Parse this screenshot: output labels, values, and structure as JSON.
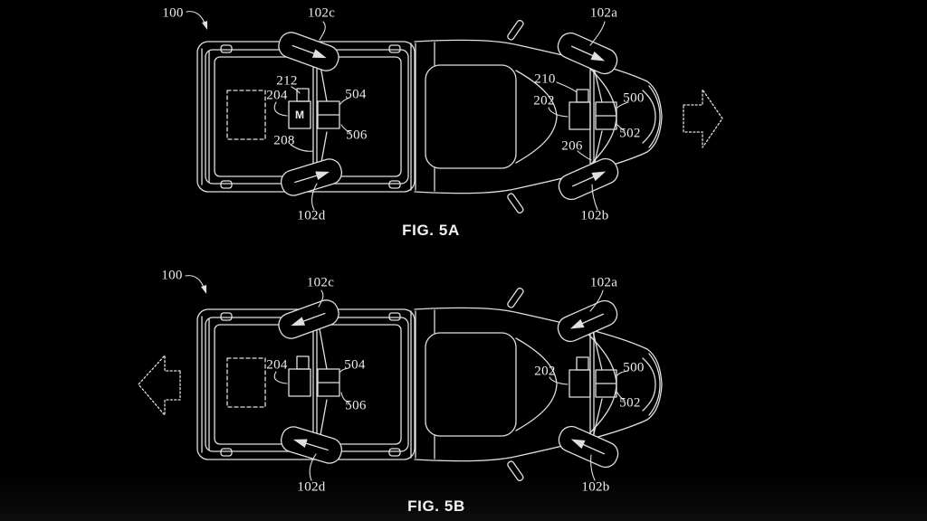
{
  "sheet": {
    "background_color": "#000000",
    "line_color": "#e0e0e0"
  },
  "figures": [
    {
      "caption": "FIG. 5A",
      "direction_arrow": "right",
      "labels": {
        "vehicle": "100",
        "wheel_top_left": "102c",
        "wheel_top_right": "102a",
        "wheel_bottom_left": "102d",
        "wheel_bottom_right": "102b",
        "rear_sensor": "212",
        "rear_motor": "204",
        "rear_motor_letter": "M",
        "rear_gearbox_upper": "504",
        "rear_gearbox_lower": "506",
        "rear_axle": "208",
        "front_sensor": "210",
        "front_motor": "202",
        "front_gearbox_upper": "500",
        "front_gearbox_lower": "502",
        "front_axle": "206"
      }
    },
    {
      "caption": "FIG. 5B",
      "direction_arrow": "left",
      "labels": {
        "vehicle": "100",
        "wheel_top_left": "102c",
        "wheel_top_right": "102a",
        "wheel_bottom_left": "102d",
        "wheel_bottom_right": "102b",
        "rear_motor": "204",
        "rear_gearbox_upper": "504",
        "rear_gearbox_lower": "506",
        "front_motor": "202",
        "front_gearbox_upper": "500",
        "front_gearbox_lower": "502"
      }
    }
  ]
}
